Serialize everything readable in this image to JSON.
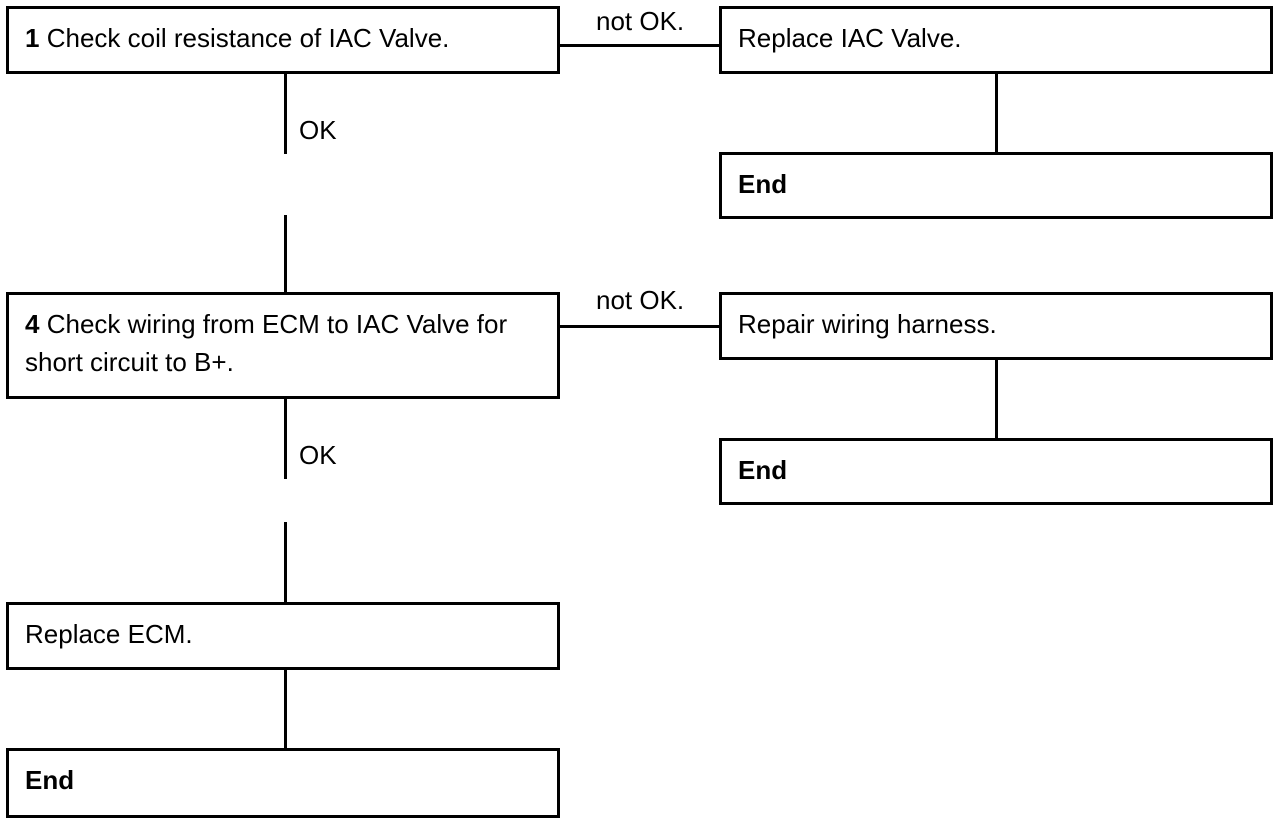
{
  "steps": {
    "step1": {
      "number": "1",
      "text": "Check coil resistance of IAC Valve."
    },
    "step4": {
      "number": "4",
      "text_line1": "Check wiring from ECM to IAC Valve for",
      "text_line2": "short circuit to B+."
    },
    "replace_ecm": {
      "text": "Replace ECM."
    },
    "end_bottom": {
      "text": "End"
    }
  },
  "branches": {
    "replace_iac": {
      "text": "Replace IAC Valve."
    },
    "end_top": {
      "text": "End"
    },
    "repair_wiring": {
      "text": "Repair wiring harness."
    },
    "end_mid": {
      "text": "End"
    }
  },
  "labels": {
    "not_ok_1": "not OK.",
    "ok_1": "OK",
    "not_ok_2": "not OK.",
    "ok_2": "OK"
  }
}
